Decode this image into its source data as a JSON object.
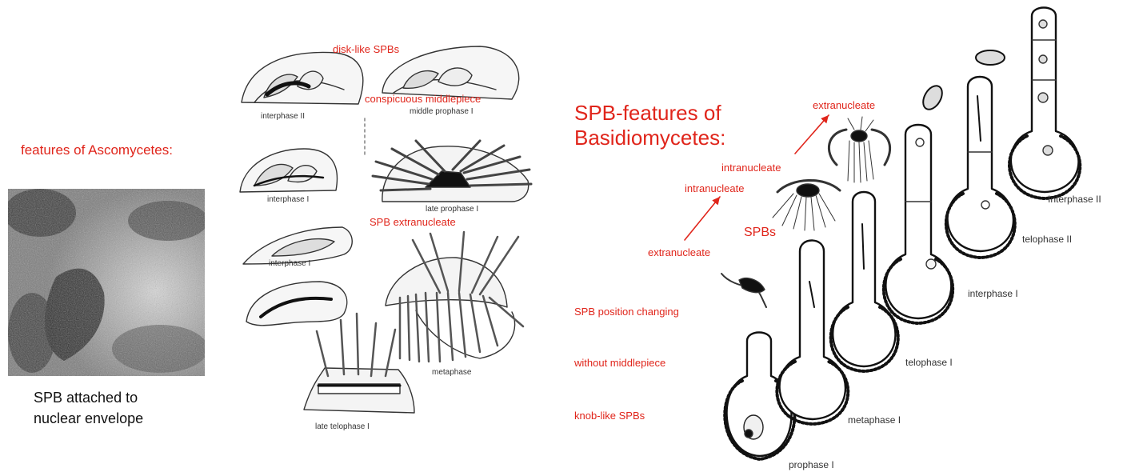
{
  "left": {
    "heading": "features of Ascomycetes:",
    "caption_lines": [
      "SPB attached to",
      "nuclear envelope"
    ]
  },
  "asco_diagram": {
    "red_labels": {
      "disk": "disk-like SPBs",
      "middlepiece": "conspicuous middlepiece",
      "extranucleate": "SPB extranucleate"
    },
    "stages": {
      "interphase_ii": "interphase II",
      "middle_prophase": "middle prophase I",
      "interphase_i_a": "interphase I",
      "late_prophase": "late prophase I",
      "interphase_i_b": "interphase I",
      "metaphase": "metaphase",
      "late_telophase": "late telophase I"
    }
  },
  "basidio": {
    "heading_lines": [
      "SPB-features of",
      "Basidiomycetes:"
    ],
    "labels": {
      "extranucleate_top": "extranucleate",
      "intranucleate_a": "intranucleate",
      "intranucleate_b": "intranucleate",
      "extranucleate_bottom": "extranucleate",
      "spbs": "SPBs",
      "position": "SPB position changing",
      "middlepiece": "without middlepiece",
      "knob": "knob-like SPBs"
    },
    "stages": {
      "prophase": "prophase I",
      "metaphase": "metaphase I",
      "telophase": "telophase I",
      "interphase": "interphase I",
      "telophase_ii": "telophase II",
      "interphase_ii": "Interphase II"
    }
  },
  "colors": {
    "accent_red": "#e0251b",
    "line": "#222222"
  }
}
